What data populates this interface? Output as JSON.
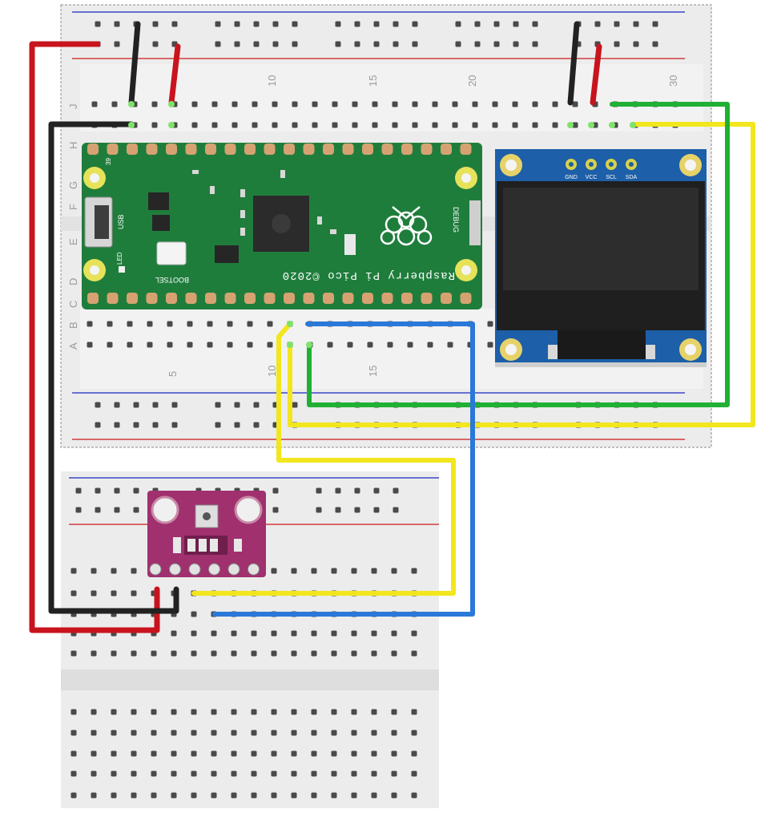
{
  "breadboard": {
    "column_numbers": [
      "10",
      "15",
      "20",
      "30"
    ],
    "column_numbers_lower": [
      "5",
      "10",
      "15"
    ],
    "row_letters": [
      "J",
      "H",
      "G",
      "F",
      "E",
      "D",
      "C",
      "B",
      "A"
    ]
  },
  "pico": {
    "brand": "Raspberry Pi Pico ©2020",
    "labels": {
      "usb": "USB",
      "led": "LED",
      "bootsel": "BOOTSEL",
      "debug": "DEBUG",
      "pin39": "39"
    }
  },
  "oled": {
    "pins": [
      "GND",
      "VCC",
      "SCL",
      "SDA"
    ]
  },
  "colors": {
    "wire_red": "#c8141e",
    "wire_black": "#222222",
    "wire_green": "#1fb034",
    "wire_yellow": "#f2e61e",
    "wire_blue": "#2a78d8",
    "pico_green": "#1f7d3c",
    "oled_blue": "#1d5fa8",
    "sensor_purple": "#a0306e",
    "rail_red": "#d23c3c",
    "rail_blue": "#3c46c8"
  }
}
